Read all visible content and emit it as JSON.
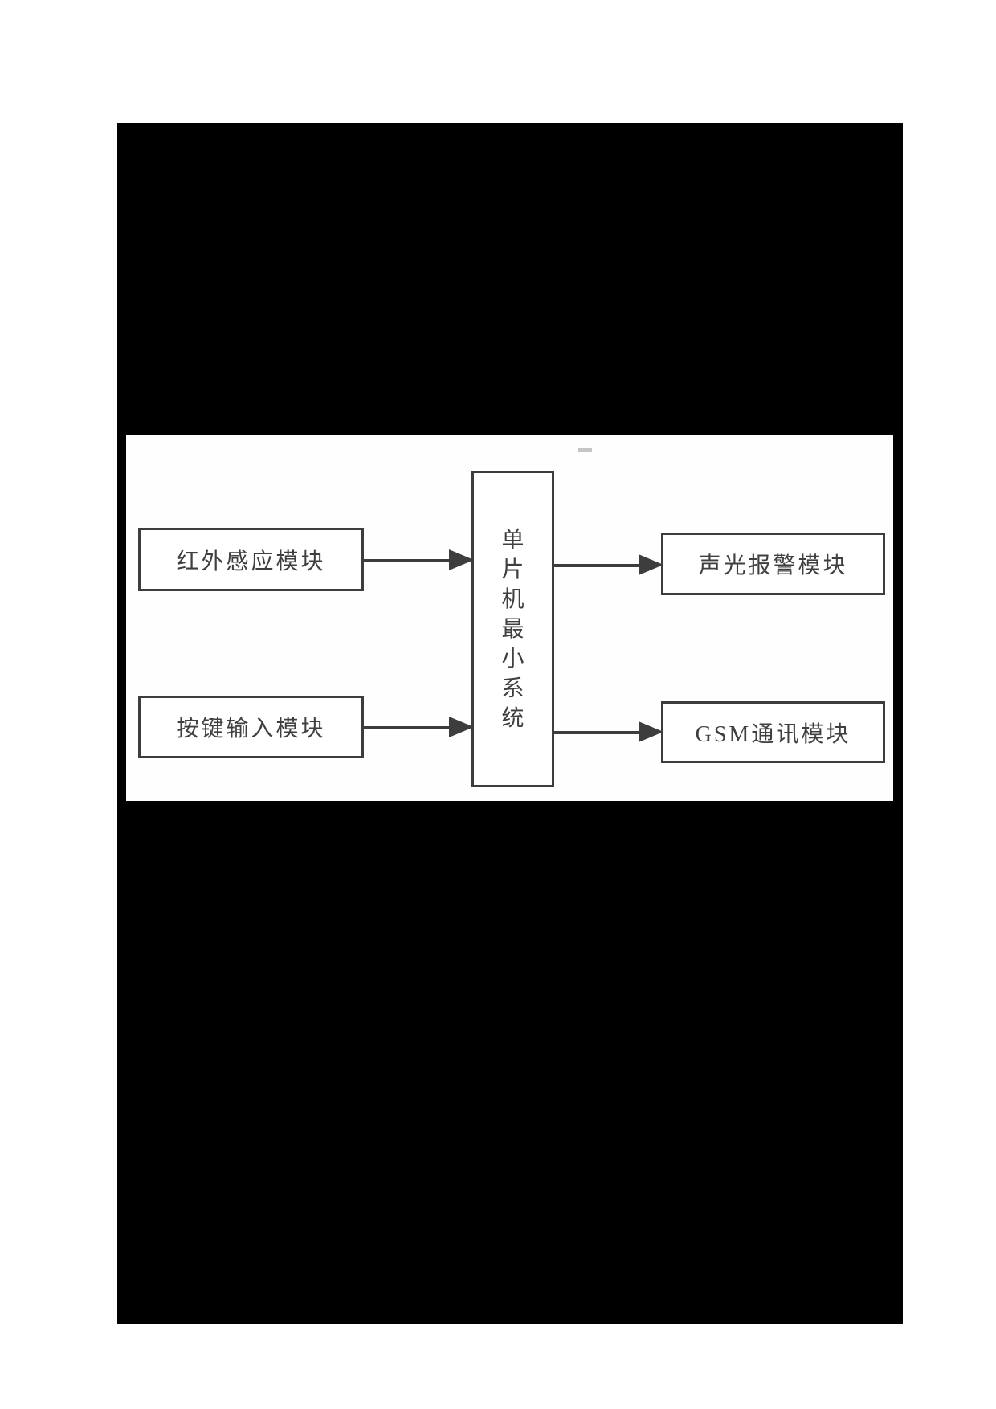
{
  "figure": {
    "blackout_color": "#000000",
    "panel_background": "#fefefe",
    "stroke_color": "#3d3d3d",
    "text_color": "#3f3f3f"
  },
  "diagram": {
    "type": "block-diagram",
    "nodes": [
      {
        "id": "infrared-module",
        "label": "红外感应模块"
      },
      {
        "id": "keypad-module",
        "label": "按键输入模块"
      },
      {
        "id": "mcu-system",
        "label": "单片机最小系统"
      },
      {
        "id": "alarm-module",
        "label": "声光报警模块"
      },
      {
        "id": "gsm-module",
        "label": "GSM通讯模块"
      }
    ],
    "edges": [
      {
        "from": "红外感应模块",
        "to": "单片机最小系统"
      },
      {
        "from": "按键输入模块",
        "to": "单片机最小系统"
      },
      {
        "from": "单片机最小系统",
        "to": "声光报警模块"
      },
      {
        "from": "单片机最小系统",
        "to": "GSM通讯模块"
      }
    ]
  }
}
